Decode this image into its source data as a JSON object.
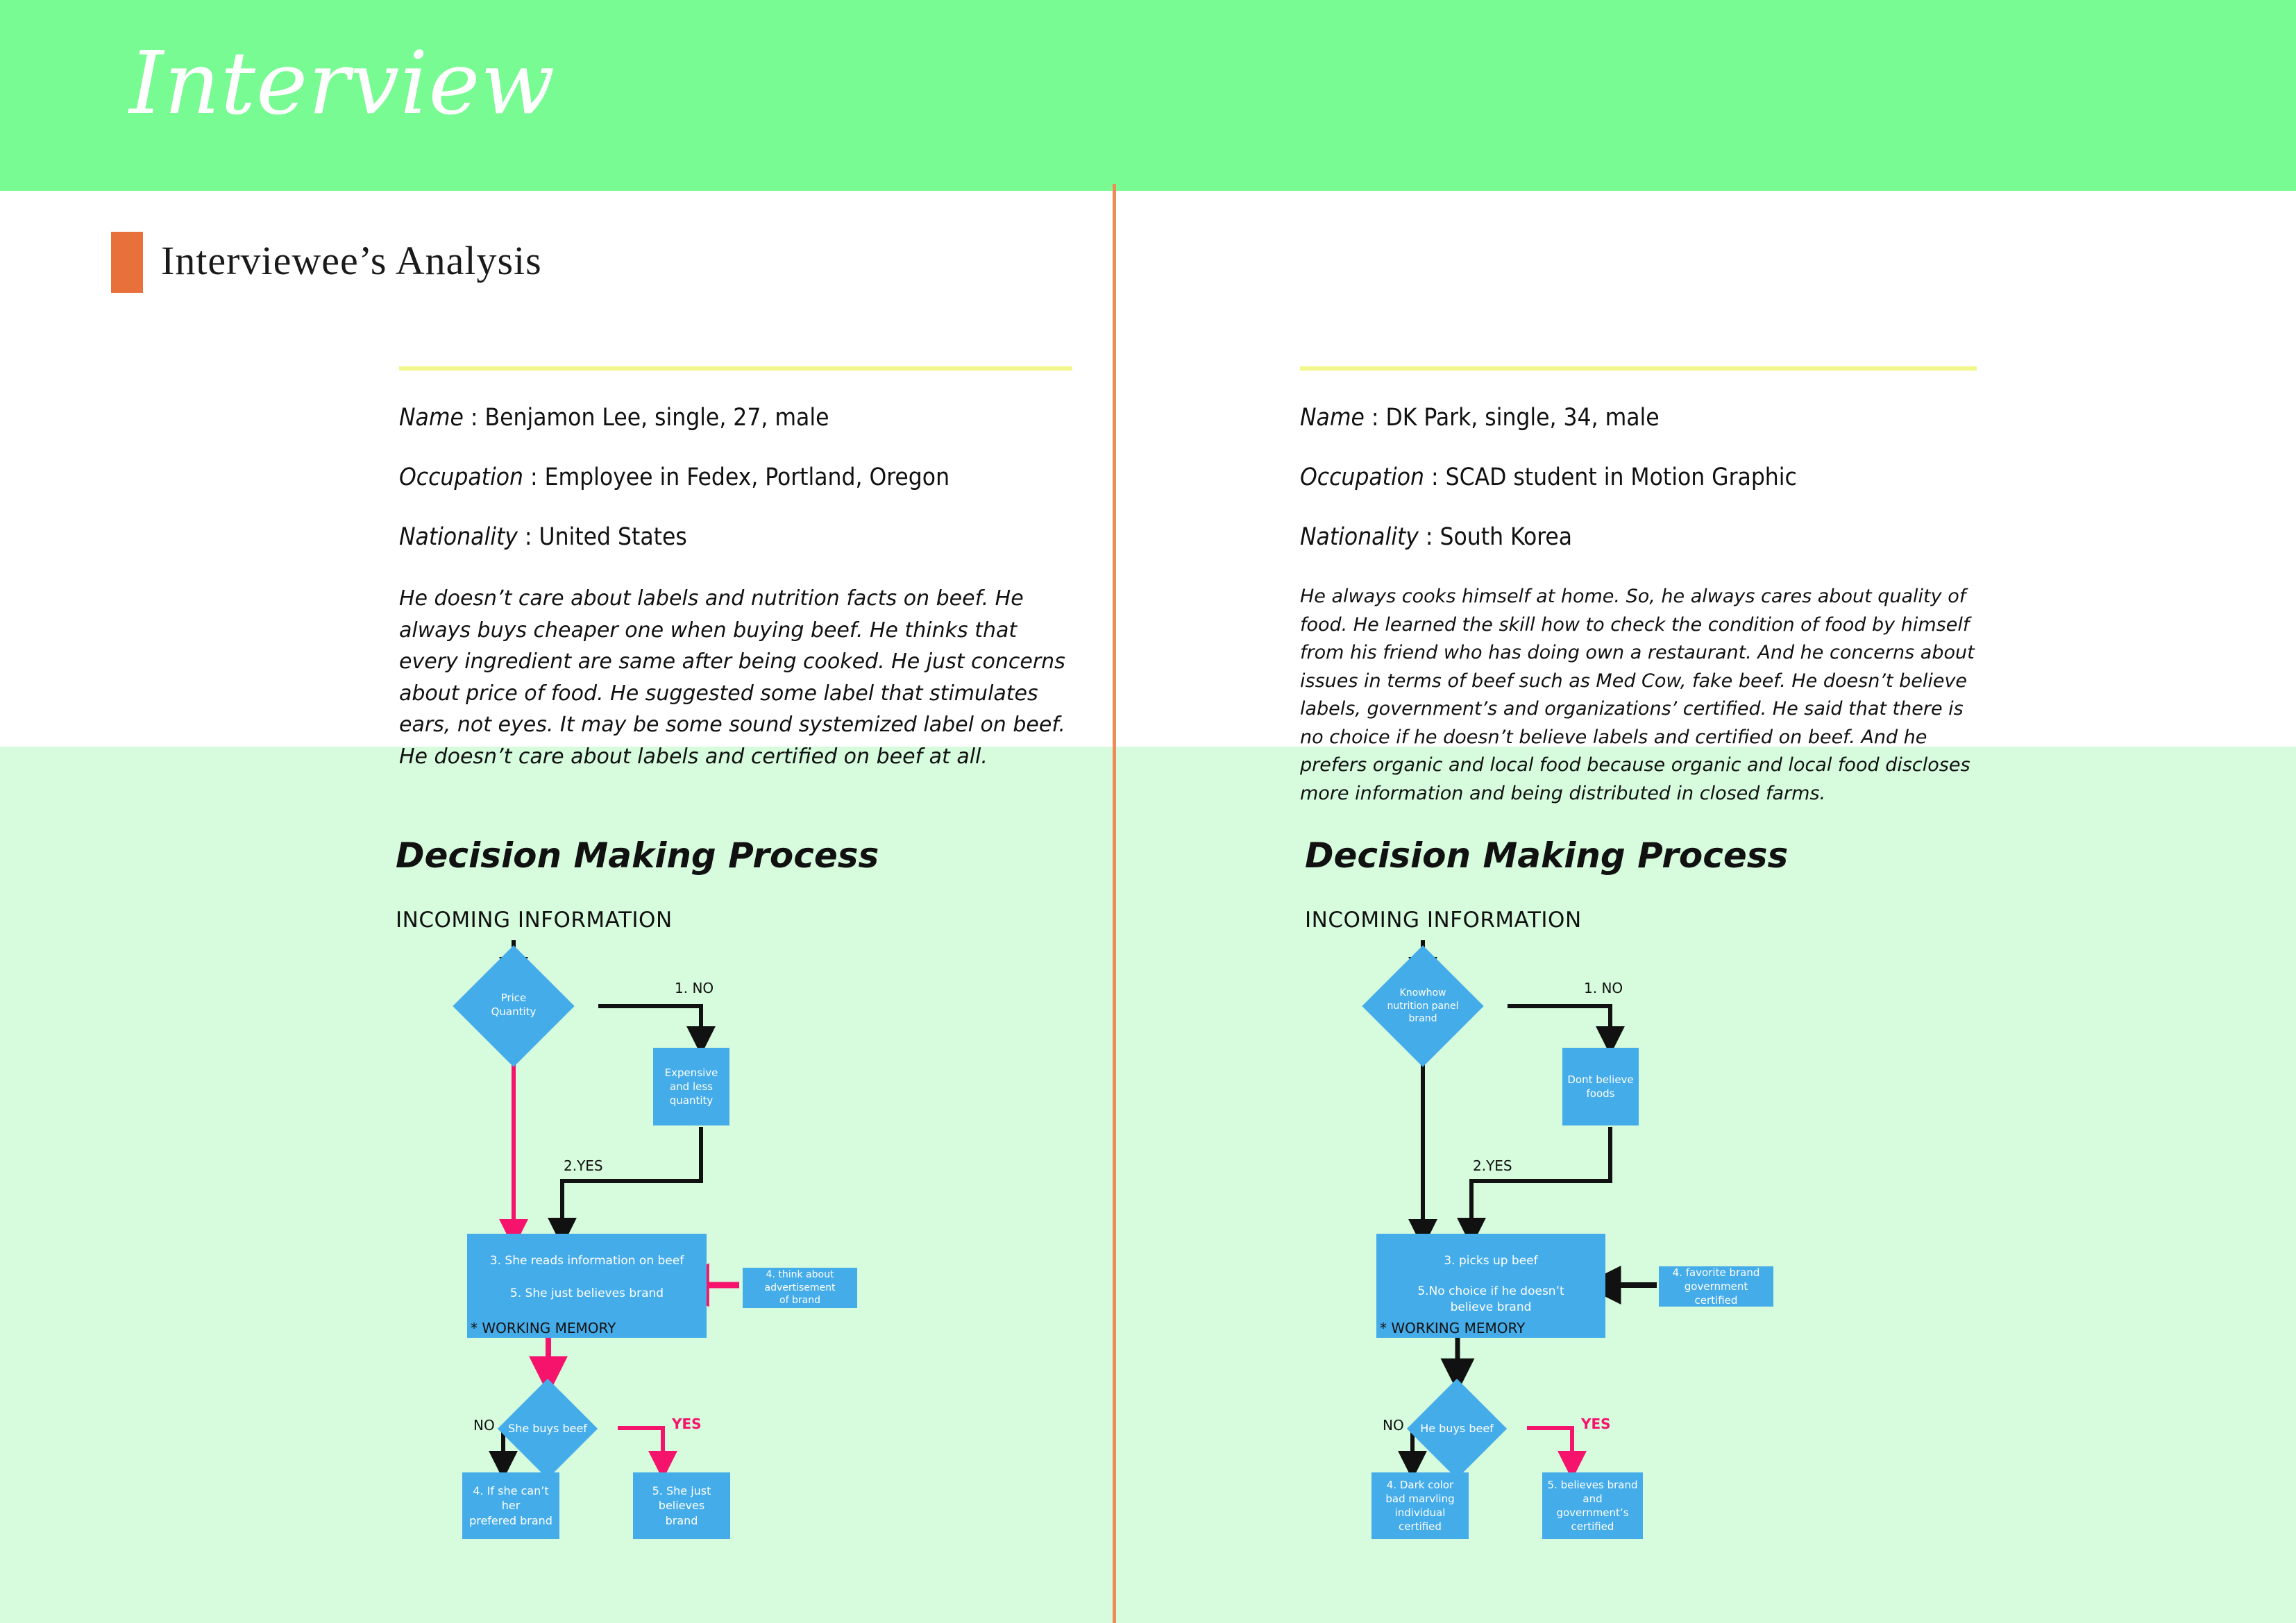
{
  "header": {
    "title": "Interview"
  },
  "section": {
    "title": "Interviewee’s Analysis",
    "swatch_color": "#E8703A"
  },
  "colors": {
    "header_green": "#78FB92",
    "panel_green": "#D6FBDD",
    "divider_orange": "#EE8B56",
    "rule_yellow": "#F2F78A",
    "node_blue": "#45ACEA",
    "accent_pink": "#F5136B"
  },
  "profiles": [
    {
      "name_label": "Name",
      "name_value": ": Benjamon Lee, single, 27, male",
      "occupation_label": "Occupation",
      "occupation_value": ": Employee in Fedex, Portland, Oregon",
      "nationality_label": "Nationality",
      "nationality_value": ": United States",
      "summary": "He doesn’t care about labels and nutrition facts on beef. He always buys cheaper one when buying beef. He thinks that every ingredient are same after being cooked. He just concerns about price of food. He suggested some label that stimulates ears, not eyes. It may be some sound systemized label on beef. He doesn’t care about labels and certified on beef at all."
    },
    {
      "name_label": "Name",
      "name_value": ": DK Park, single, 34, male",
      "occupation_label": "Occupation",
      "occupation_value": ": SCAD student in Motion Graphic",
      "nationality_label": "Nationality",
      "nationality_value": ": South Korea",
      "summary": "He always cooks himself at home. So, he always cares about quality of food. He learned the skill how to check the condition of food by himself from his friend who has doing own a restaurant. And he concerns about issues in terms of beef such as Med Cow, fake beef. He doesn’t believe labels, government’s and organizations’ certified. He said that there is no choice if he doesn’t believe labels and certified on beef. And he prefers organic and local food because organic and local food discloses more information and being distributed in closed farms."
    }
  ],
  "flows": [
    {
      "title": "Decision Making Process",
      "incoming": "INCOMING INFORMATION",
      "decision1": "Price\nQuantity",
      "branch1_no": "1. NO",
      "branch1_yes": "2.YES",
      "no_outcome": "Expensive\nand less\nquantity",
      "memory_line1": "3. She reads information on beef",
      "memory_line2": "5. She just believes brand",
      "memory_tag": "* WORKING MEMORY",
      "side_node": "4. think about  advertisement\nof brand",
      "decision2": "She buys beef",
      "branch2_no": "NO",
      "branch2_yes": "YES",
      "final_no": "4. If she can’t her\nprefered brand",
      "final_yes": "5. She just believes\nbrand"
    },
    {
      "title": "Decision Making Process",
      "incoming": "INCOMING INFORMATION",
      "decision1": "Knowhow\nnutrition panel\nbrand",
      "branch1_no": "1. NO",
      "branch1_yes": "2.YES",
      "no_outcome": "Dont believe\nfoods",
      "memory_line1": "3.  picks up beef",
      "memory_line2": "5.No choice if he doesn’t\nbelieve brand",
      "memory_tag": "* WORKING MEMORY",
      "side_node": "4. favorite brand\ngovernment certified",
      "decision2": "He buys beef",
      "branch2_no": "NO",
      "branch2_yes": "YES",
      "final_no": "4. Dark color\nbad marvling\nindividual\ncertified",
      "final_yes": "5. believes brand and\ngovernment’s\ncertified"
    }
  ]
}
